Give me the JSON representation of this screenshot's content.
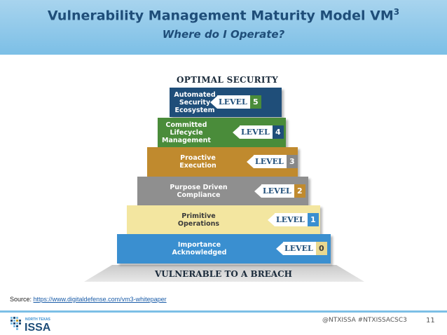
{
  "header": {
    "title": "Vulnerability Management Maturity Model VM",
    "title_superscript": "3",
    "subtitle": "Where do I Operate?",
    "background_color": "#7cbfe6"
  },
  "pyramid": {
    "top_label": "OPTIMAL SECURITY",
    "bottom_label": "VULNERABLE TO A BREACH",
    "levels": [
      {
        "label": "Automated\nSecurity\nEcosystem",
        "badge_word": "LEVEL",
        "number": "5",
        "color": "#1f4e79",
        "accent": "#4a8c3a"
      },
      {
        "label": "Committed\nLifecycle\nManagement",
        "badge_word": "LEVEL",
        "number": "4",
        "color": "#4a8c3a",
        "accent": "#1f4e79"
      },
      {
        "label": "Proactive\nExecution",
        "badge_word": "LEVEL",
        "number": "3",
        "color": "#c08a2e",
        "accent": "#888888"
      },
      {
        "label": "Purpose Driven\nCompliance",
        "badge_word": "LEVEL",
        "number": "2",
        "color": "#8f8f8f",
        "accent": "#c08a2e"
      },
      {
        "label": "Primitive\nOperations",
        "badge_word": "LEVEL",
        "number": "1",
        "color": "#f3e6a0",
        "accent": "#3a8fd0"
      },
      {
        "label": "Importance\nAcknowledged",
        "badge_word": "LEVEL",
        "number": "0",
        "color": "#3a8fd0",
        "accent": "#e8d890"
      }
    ]
  },
  "source": {
    "prefix": "Source: ",
    "link_text": "https://www.digitaldefense.com/vm3-whitepaper"
  },
  "footer": {
    "logo_small_text": "NORTH TEXAS",
    "logo_text": "ISSA",
    "hashtags": "@NTXISSA   #NTXISSACSC3",
    "page_number": "11"
  }
}
